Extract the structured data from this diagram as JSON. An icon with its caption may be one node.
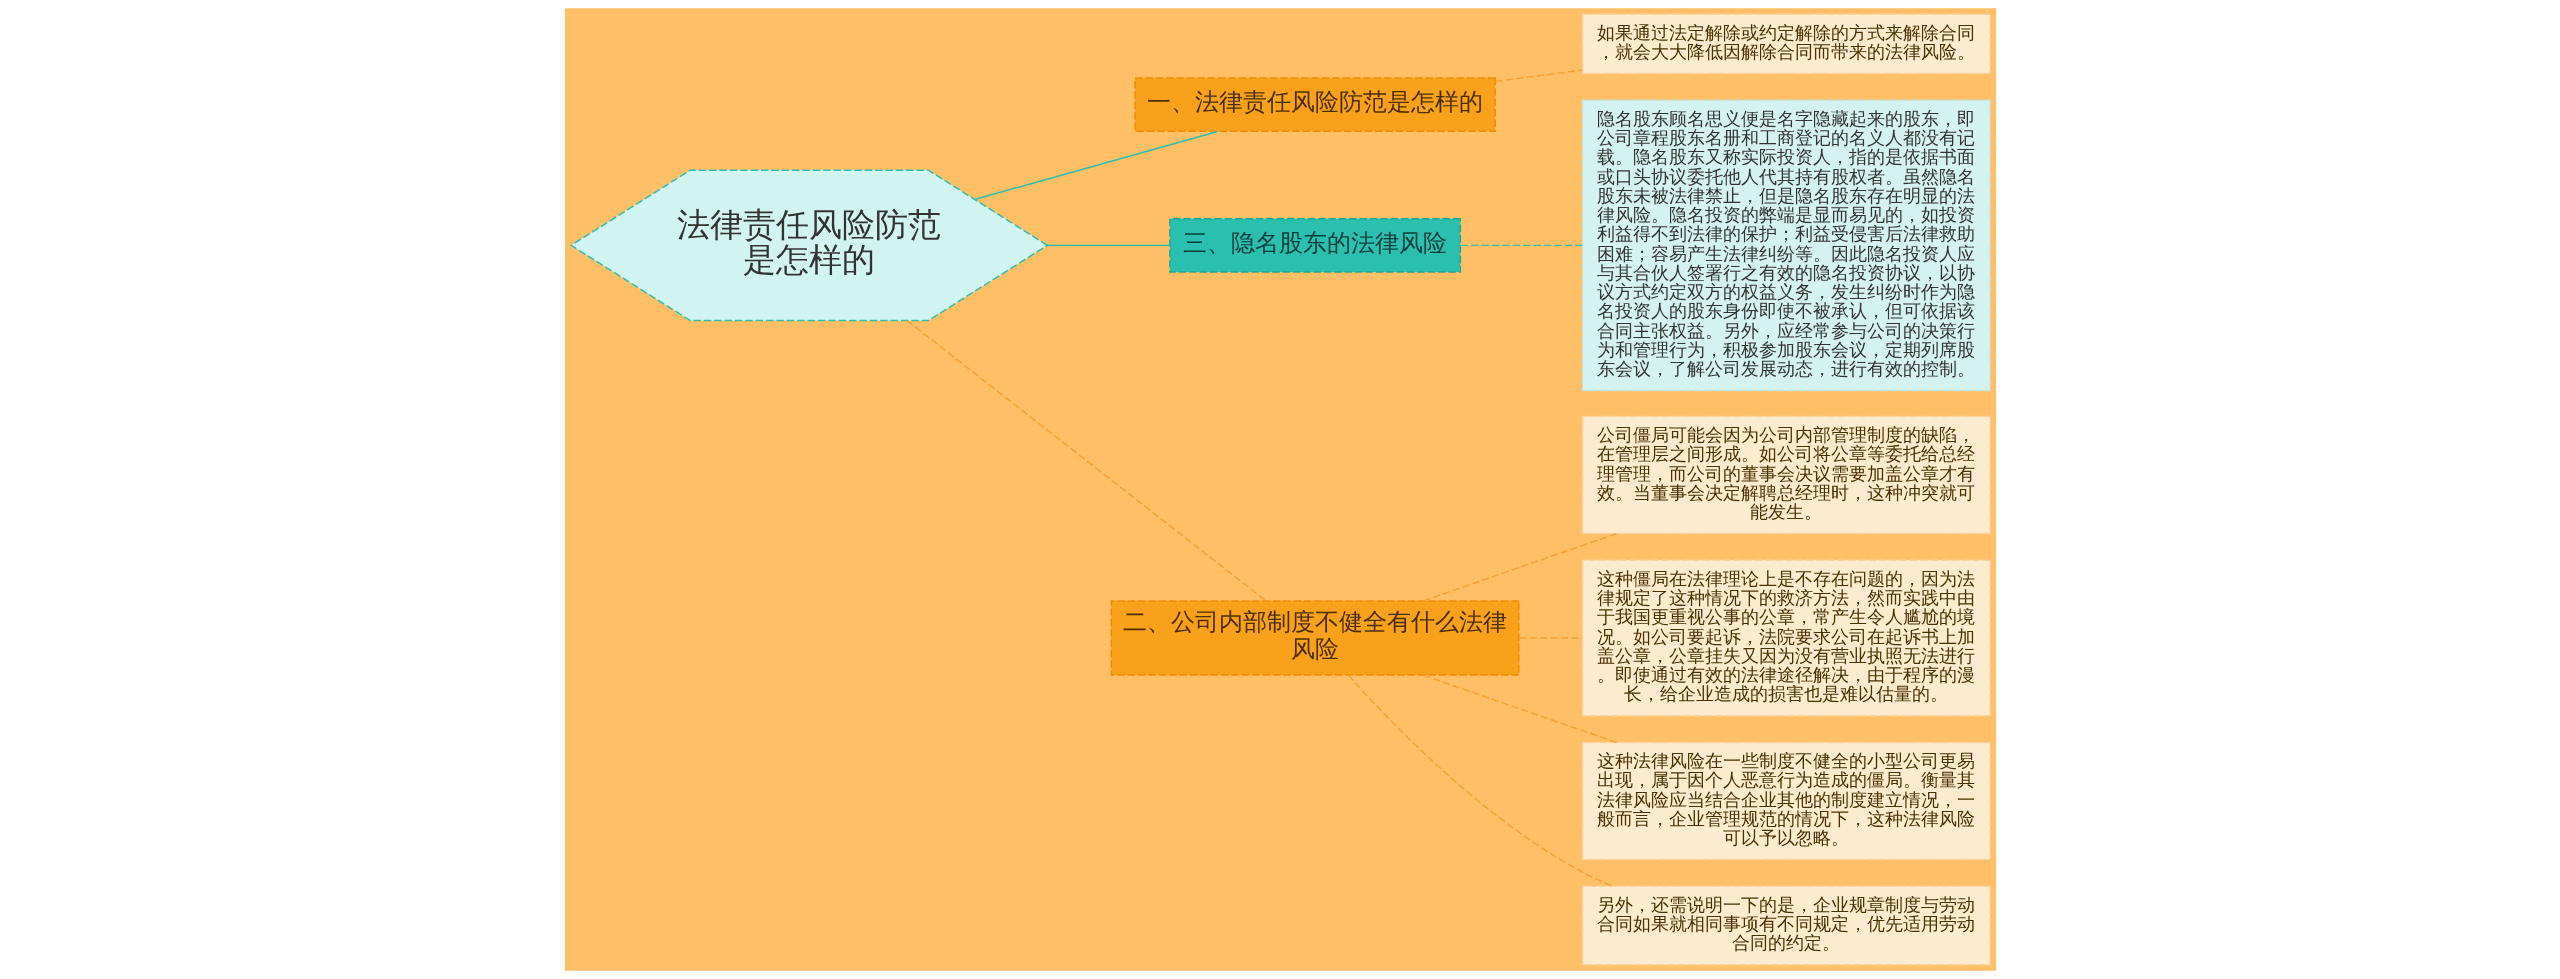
{
  "diagram": {
    "nodes": [
      {
        "text": [
          "法律责任风险防范是怎样的"
        ]
      },
      {
        "text": [
          "一、法律责任风险防范是怎样的"
        ]
      },
      {
        "text": [
          "如果通过法定解除或约定解除的方式来解除合同，就会大大降低因解除合同而带来的法律风险。"
        ]
      },
      {
        "text": [
          "三、隐名股东的法律风险"
        ]
      },
      {
        "text": [
          "隐名股东顾名思义便是名字隐藏起来的股东，即公司章程股东名册和工商登记的名义人都没有记载。隐名股东又称实际投资人，指的是依据书面或口头协议委托他人代其持有股权者。虽然隐名股东未被法律禁止，但是隐名股东存在明显的法律风险。隐名投资的弊端是显而易见的，如投资利益得不到法律的保护；利益受侵害后法律救助困难；容易产生法律纠纷等。因此隐名投资人应与其合伙人签署行之有效的隐名投资协议，以协议方式约定双方的权益义务，发生纠纷时作为隐名投资人的股东身份即使不被承认，但可依据该合同主张权益。另外，应经常参与公司的决策行为和管理行为，积极参加股东会议，定期列席股东会议，了解公司发展动态，进行有效的控制。"
        ]
      },
      {
        "text": [
          "二、公司内部制度不健全有什么法律风险"
        ]
      },
      {
        "text": [
          "公司僵局可能会因为公司内部管理制度的缺陷，在管理层之间形成。如公司将公章等委托给总经理管理，而公司的董事会决议需要加盖公章才有效。当董事会决定解聘总经理时，这种冲突就可能发生。"
        ]
      },
      {
        "text": [
          "这种僵局在法律理论上是不存在问题的，因为法律规定了这种情况下的救济方法，然而实践中由于我国更重视公事的公章，常产生令人尴尬的境况。如公司要起诉，法院要求公司在起诉书上加盖公章，公章挂失又因为没有营业执照无法进行。即使通过有效的法律途径解决，由于程序的漫长，给企业造成的损害也是难以估量的。"
        ]
      },
      {
        "text": [
          "这种法律风险在一些制度不健全的小型公司更易出现，属于因个人恶意行为造成的僵局。衡量其法律风险应当结合企业其他的制度建立情况，一般而言，企业管理规范的情况下，这种法律风险可以予以忽略。"
        ]
      },
      {
        "text": [
          "另外，还需说明一下的是，企业规章制度与劳动合同如果就相同事项有不同规定，优先适用劳动合同的约定。"
        ]
      }
    ],
    "edges": [
      {
        "from": 0,
        "to": 1,
        "arrow": "none",
        "color": "#2bbfb0"
      },
      {
        "from": 1,
        "to": 2,
        "arrow": "none",
        "style": "dashed"
      },
      {
        "from": 0,
        "to": 3,
        "arrow": "none",
        "color": "#2bbfb0"
      },
      {
        "from": 3,
        "to": 4,
        "arrow": "none",
        "style": "dashed",
        "color": "#2bbfb0"
      },
      {
        "from": 0,
        "to": 5,
        "arrow": "none",
        "style": "dashed"
      },
      {
        "from": 5,
        "to": 6,
        "arrow": "none",
        "style": "dashed"
      },
      {
        "from": 5,
        "to": 7,
        "arrow": "none",
        "style": "dashed"
      },
      {
        "from": 5,
        "to": 8,
        "arrow": "none",
        "style": "dashed"
      },
      {
        "from": 5,
        "to": 9,
        "arrow": "none",
        "style": "dashed"
      }
    ]
  }
}
